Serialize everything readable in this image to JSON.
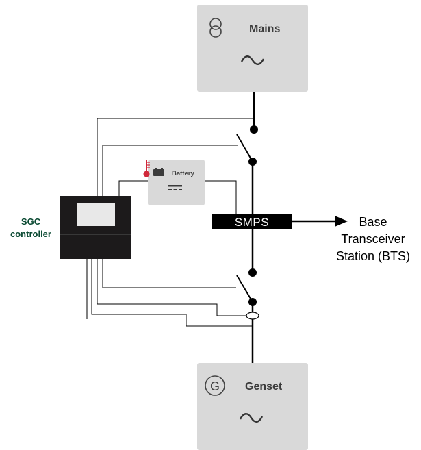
{
  "mains": {
    "label": "Mains",
    "icon": "transformer-icon",
    "symbol": "~"
  },
  "genset": {
    "label": "Genset",
    "icon": "generator-icon",
    "icon_letter": "G",
    "symbol": "~"
  },
  "battery": {
    "label": "Battery",
    "icon": "battery-icon",
    "sensor_icon": "thermometer-icon"
  },
  "smps": {
    "label": "SMPS"
  },
  "controller": {
    "label_line1": "SGC",
    "label_line2": "controller"
  },
  "bts": {
    "line1": "Base",
    "line2": "Transceiver",
    "line3": "Station (BTS)"
  },
  "colors": {
    "box_fill": "#d9d9d9",
    "controller_fill": "#1c1a1b",
    "controller_label": "#0b4a33",
    "sensor_red": "#d0283a",
    "icon_gray": "#3b3b3b"
  }
}
